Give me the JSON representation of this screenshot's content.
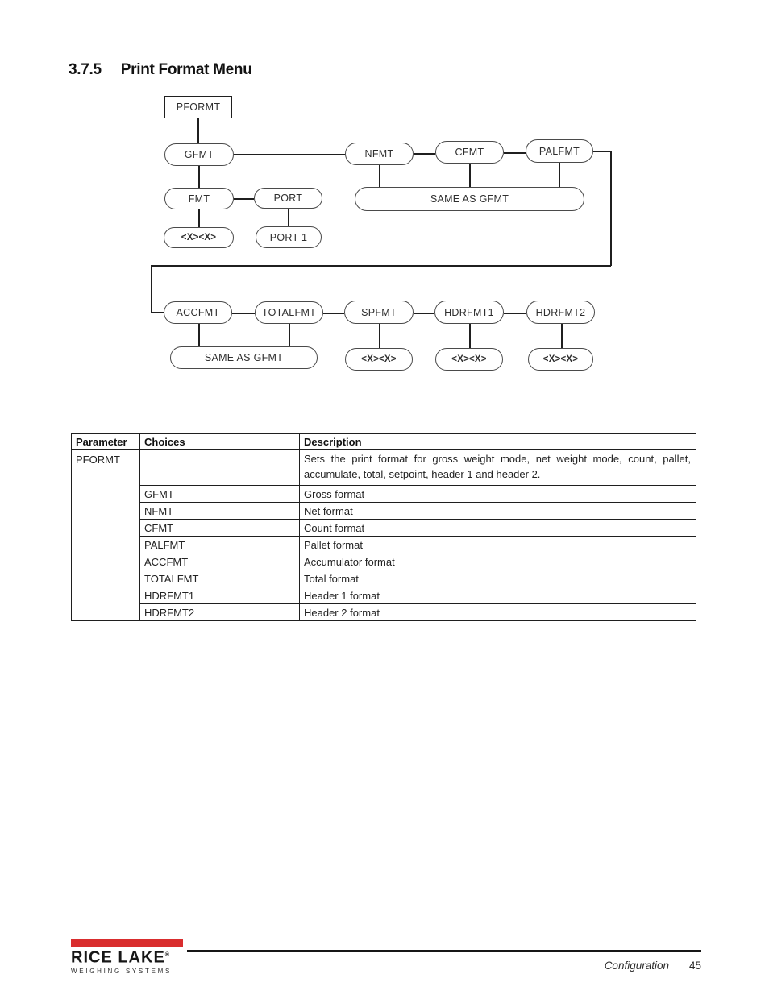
{
  "page": {
    "title_number": "3.7.5",
    "title_text": "Print Format Menu"
  },
  "diagram": {
    "nodes": {
      "pformt": "PFORMT",
      "gfmt": "GFMT",
      "nfmt": "NFMT",
      "cfmt": "CFMT",
      "palfmt": "PALFMT",
      "fmt": "FMT",
      "port": "PORT",
      "fmt_value": "<X><X>",
      "port_value": "PORT 1",
      "same_as_gfmt_1": "SAME AS GFMT",
      "accfmt": "ACCFMT",
      "totalfmt": "TOTALFMT",
      "spfmt": "SPFMT",
      "hdrfmt1": "HDRFMT1",
      "hdrfmt2": "HDRFMT2",
      "same_as_gfmt_2": "SAME AS GFMT",
      "spfmt_value": "<X><X>",
      "hdrfmt1_value": "<X><X>",
      "hdrfmt2_value": "<X><X>"
    }
  },
  "table": {
    "headers": [
      "Parameter",
      "Choices",
      "Description"
    ],
    "parameter": "PFORMT",
    "parameter_description": "Sets the print format for gross weight mode, net weight mode, count, pallet, accumulate, total, setpoint, header 1 and header 2.",
    "rows": [
      {
        "choice": "GFMT",
        "desc": "Gross format"
      },
      {
        "choice": "NFMT",
        "desc": "Net format"
      },
      {
        "choice": "CFMT",
        "desc": "Count format"
      },
      {
        "choice": "PALFMT",
        "desc": "Pallet format"
      },
      {
        "choice": "ACCFMT",
        "desc": "Accumulator format"
      },
      {
        "choice": "TOTALFMT",
        "desc": "Total format"
      },
      {
        "choice": "HDRFMT1",
        "desc": "Header 1 format"
      },
      {
        "choice": "HDRFMT2",
        "desc": "Header 2 format"
      }
    ]
  },
  "footer": {
    "logo_name": "RICE LAKE",
    "logo_trademark": "®",
    "logo_subtitle": "WEIGHING SYSTEMS",
    "section": "Configuration",
    "page_number": "45",
    "brand_red": "#d92d2e"
  }
}
